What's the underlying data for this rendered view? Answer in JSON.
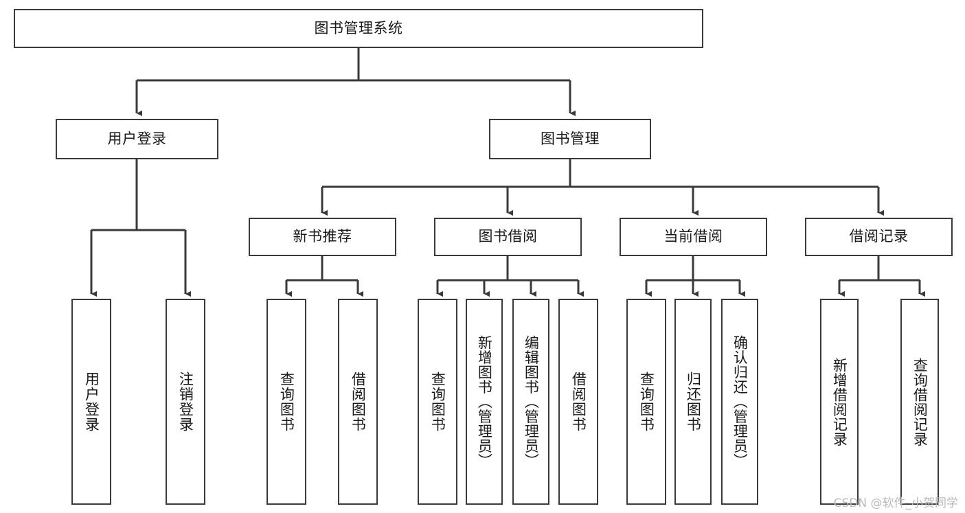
{
  "diagram": {
    "title": "图书管理系统",
    "type": "hierarchy-tree",
    "nodes": {
      "root": {
        "label": "图书管理系统",
        "level": 0
      },
      "user_login": {
        "label": "用户登录",
        "level": 1
      },
      "book_manage": {
        "label": "图书管理",
        "level": 1
      },
      "new_book_rec": {
        "label": "新书推荐",
        "level": 2
      },
      "book_borrow": {
        "label": "图书借阅",
        "level": 2
      },
      "current_borrow": {
        "label": "当前借阅",
        "level": 2
      },
      "borrow_record": {
        "label": "借阅记录",
        "level": 2
      },
      "leaf_user_login": {
        "label": "用户登录",
        "level": 3
      },
      "leaf_logout": {
        "label": "注销登录",
        "level": 3
      },
      "leaf_query_book_1": {
        "label": "查询图书",
        "level": 3
      },
      "leaf_borrow_book_1": {
        "label": "借阅图书",
        "level": 3
      },
      "leaf_query_book_2": {
        "label": "查询图书",
        "level": 3
      },
      "leaf_add_book": {
        "label": "新增图书（管理员）",
        "level": 3
      },
      "leaf_edit_book": {
        "label": "编辑图书（管理员）",
        "level": 3
      },
      "leaf_borrow_book_2": {
        "label": "借阅图书",
        "level": 3
      },
      "leaf_query_book_3": {
        "label": "查询图书",
        "level": 3
      },
      "leaf_return_book": {
        "label": "归还图书",
        "level": 3
      },
      "leaf_confirm_return": {
        "label": "确认归还（管理员）",
        "level": 3
      },
      "leaf_add_record": {
        "label": "新增借阅记录",
        "level": 3
      },
      "leaf_query_record": {
        "label": "查询借阅记录",
        "level": 3
      }
    },
    "edges": [
      {
        "from": "root",
        "to": "user_login"
      },
      {
        "from": "root",
        "to": "book_manage"
      },
      {
        "from": "book_manage",
        "to": "new_book_rec"
      },
      {
        "from": "book_manage",
        "to": "book_borrow"
      },
      {
        "from": "book_manage",
        "to": "current_borrow"
      },
      {
        "from": "book_manage",
        "to": "borrow_record"
      },
      {
        "from": "user_login",
        "to": "leaf_user_login"
      },
      {
        "from": "user_login",
        "to": "leaf_logout"
      },
      {
        "from": "new_book_rec",
        "to": "leaf_query_book_1"
      },
      {
        "from": "new_book_rec",
        "to": "leaf_borrow_book_1"
      },
      {
        "from": "book_borrow",
        "to": "leaf_query_book_2"
      },
      {
        "from": "book_borrow",
        "to": "leaf_add_book"
      },
      {
        "from": "book_borrow",
        "to": "leaf_edit_book"
      },
      {
        "from": "book_borrow",
        "to": "leaf_borrow_book_2"
      },
      {
        "from": "current_borrow",
        "to": "leaf_query_book_3"
      },
      {
        "from": "current_borrow",
        "to": "leaf_return_book"
      },
      {
        "from": "current_borrow",
        "to": "leaf_confirm_return"
      },
      {
        "from": "borrow_record",
        "to": "leaf_add_record"
      },
      {
        "from": "borrow_record",
        "to": "leaf_query_record"
      }
    ],
    "colors": {
      "background": "#ffffff",
      "node_border": "#3a3a3a",
      "node_fill": "#ffffff",
      "edge": "#3a3a3a",
      "text": "#1a1a1a",
      "watermark": "#b9b9b9"
    }
  },
  "watermark": {
    "text": "CSDN @软件_小贺同学"
  }
}
